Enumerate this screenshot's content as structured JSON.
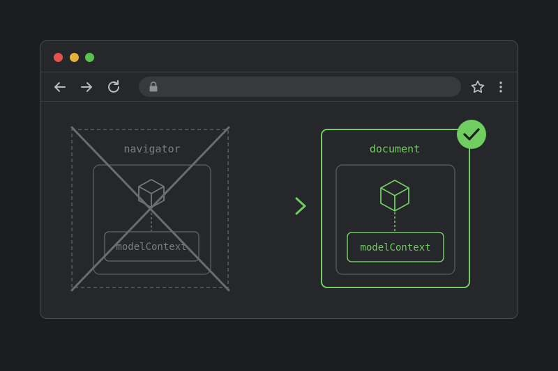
{
  "colors": {
    "background": "#1c1d20",
    "window": "#26272a",
    "deprecated": "#6b6c70",
    "accent": "#6fce5f"
  },
  "browser": {
    "window_controls": [
      "close",
      "minimize",
      "maximize"
    ],
    "toolbar_icons": [
      "back-arrow-icon",
      "forward-arrow-icon",
      "reload-icon",
      "lock-icon",
      "star-icon",
      "more-vertical-icon"
    ],
    "url": ""
  },
  "diagram": {
    "old": {
      "container_label": "navigator",
      "api_label": "modelContext",
      "status": "removed"
    },
    "new": {
      "container_label": "document",
      "api_label": "modelContext",
      "status": "approved"
    }
  }
}
